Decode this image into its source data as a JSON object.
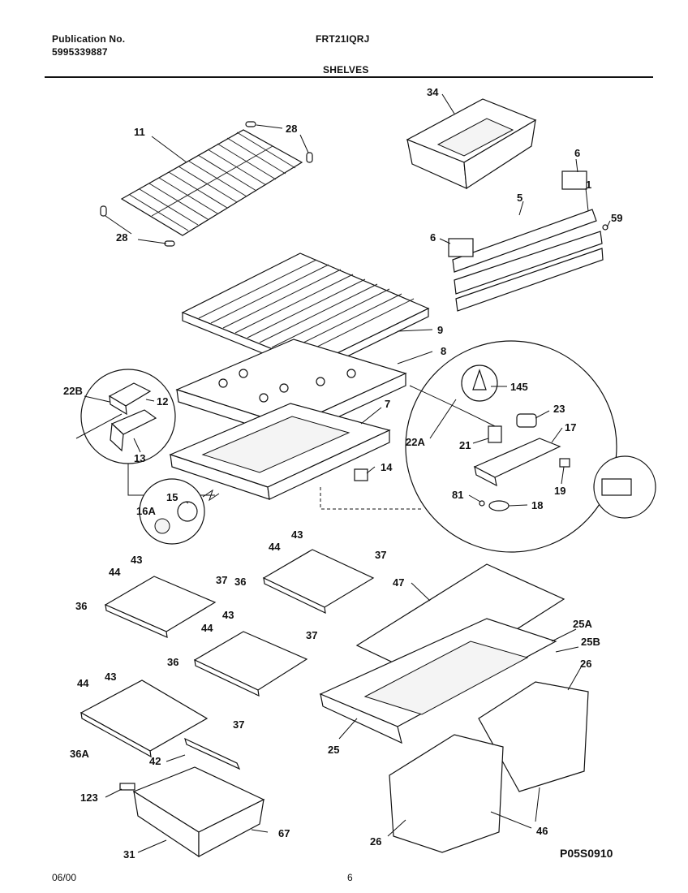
{
  "header": {
    "publication_label": "Publication No.",
    "publication_number": "5995339887",
    "model": "FRT21IQRJ",
    "section": "SHELVES"
  },
  "footer": {
    "date": "06/00",
    "page": "6",
    "diagram_code": "P05S0910"
  },
  "callouts": {
    "c11": "11",
    "c28a": "28",
    "c28b": "28",
    "c34": "34",
    "c6a": "6",
    "c5": "5",
    "c1": "1",
    "c59": "59",
    "c6b": "6",
    "c9": "9",
    "c8": "8",
    "c22B": "22B",
    "c12": "12",
    "c7": "7",
    "c13": "13",
    "c14": "14",
    "c15": "15",
    "c16A": "16A",
    "c145": "145",
    "c23": "23",
    "c17": "17",
    "c22A": "22A",
    "c21": "21",
    "c19": "19",
    "c81": "81",
    "c18": "18",
    "c44a": "44",
    "c43a": "43",
    "c37a": "37",
    "c36a": "36",
    "c44b": "44",
    "c43b": "43",
    "c37b": "37",
    "c36b": "36",
    "c44c": "44",
    "c43c": "43",
    "c37c": "37",
    "c36c": "36",
    "c44d": "44",
    "c43d": "43",
    "c37d": "37",
    "c36A": "36A",
    "c47": "47",
    "c25A": "25A",
    "c25B": "25B",
    "c26a": "26",
    "c25": "25",
    "c42": "42",
    "c123": "123",
    "c67": "67",
    "c31": "31",
    "c26b": "26",
    "c46": "46"
  }
}
